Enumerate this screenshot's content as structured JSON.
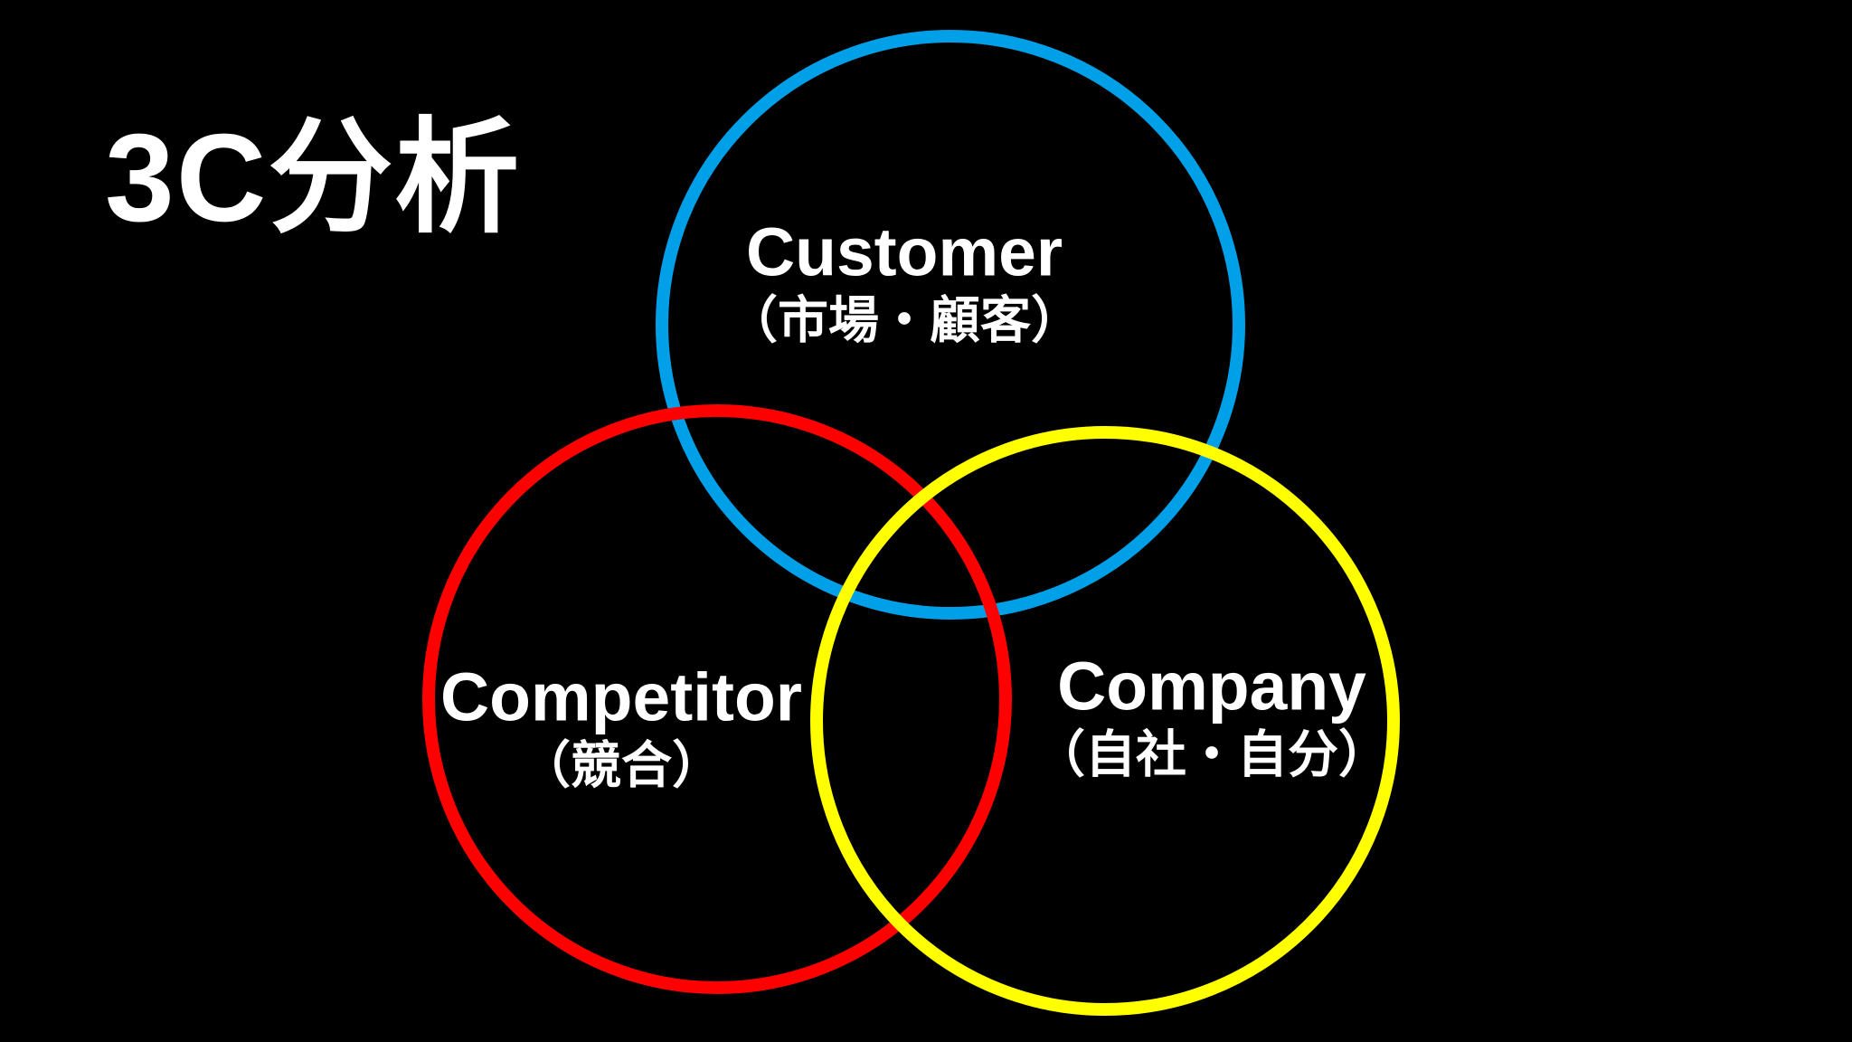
{
  "title": "3C分析",
  "colors": {
    "background": "#000000",
    "text": "#FFFFFF"
  },
  "diagram": {
    "type": "venn-3-circle",
    "circles": [
      {
        "name": "customer",
        "label": "Customer",
        "sublabel": "（市場・顧客）",
        "color": "#00A0E9"
      },
      {
        "name": "competitor",
        "label": "Competitor",
        "sublabel": "（競合）",
        "color": "#FF0000"
      },
      {
        "name": "company",
        "label": "Company",
        "sublabel": "（自社・自分）",
        "color": "#FFFF00"
      }
    ]
  }
}
